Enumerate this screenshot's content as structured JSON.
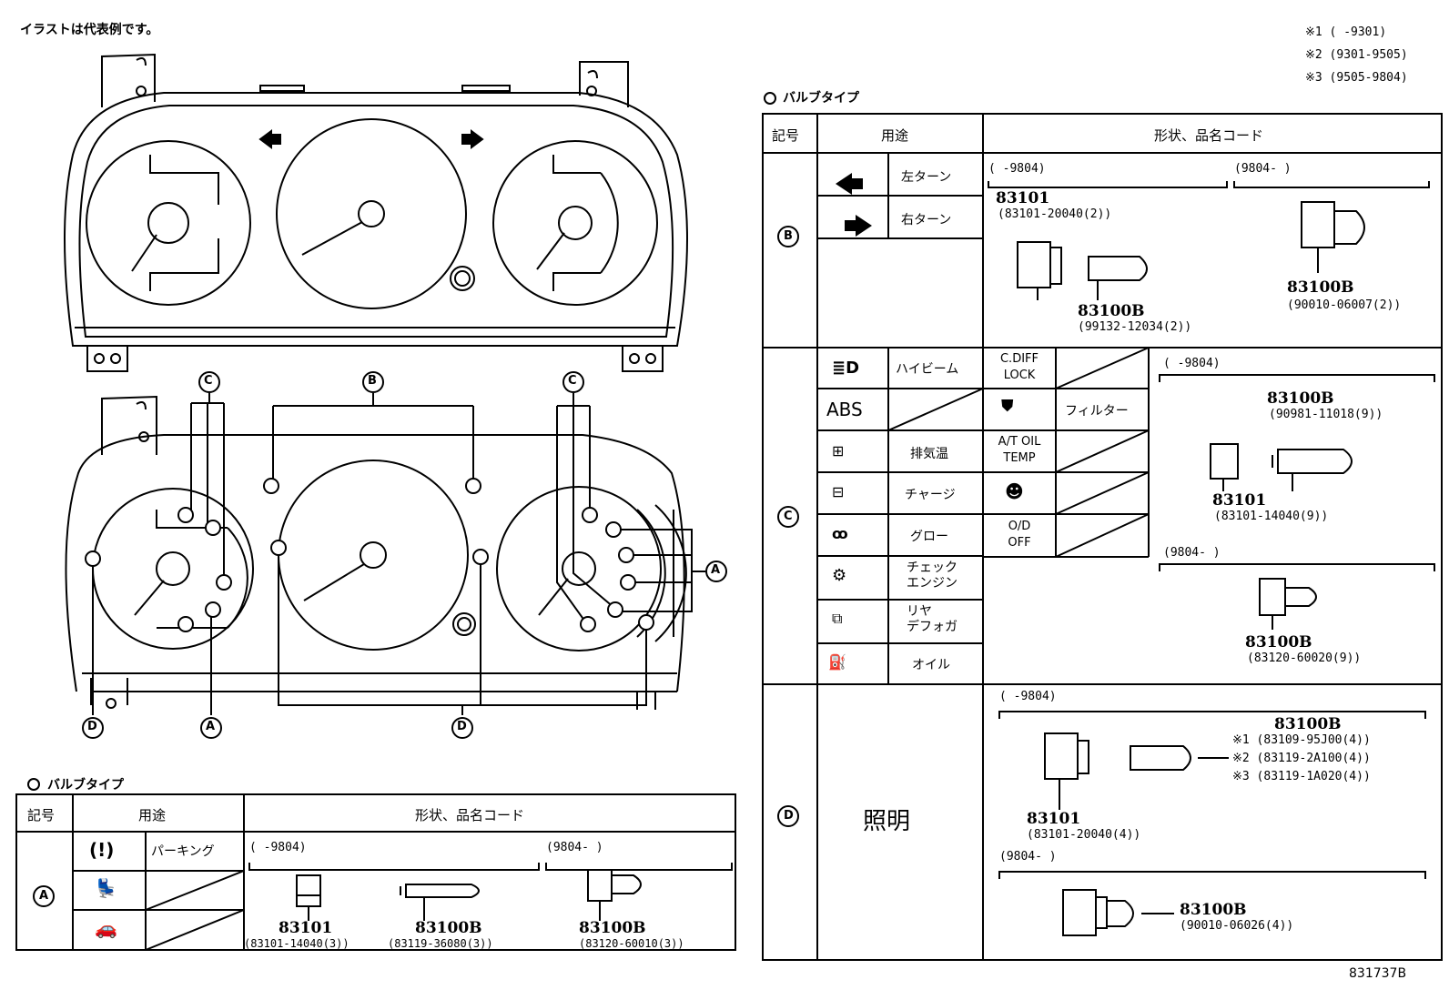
{
  "note_top": "イラストは代表例です。",
  "date_notes": [
    "※1 (     -9301)",
    "※2 (9301-9505)",
    "※3 (9505-9804)"
  ],
  "section_title": "バルブタイプ",
  "headers": {
    "symbol": "記号",
    "usage": "用途",
    "shape": "形状、品名コード"
  },
  "callouts": {
    "A": "A",
    "B": "B",
    "C": "C",
    "D": "D"
  },
  "table_a": {
    "symbol": "A",
    "usage_parking": "パーキング",
    "period_old": "(     -9804)",
    "period_new": "(9804-      )",
    "parts": [
      {
        "name": "83101",
        "code": "(83101-14040(3))"
      },
      {
        "name": "83100B",
        "code": "(83119-36080(3))"
      },
      {
        "name": "83100B",
        "code": "(83120-60010(3))"
      }
    ]
  },
  "table_b": {
    "symbol": "B",
    "left_turn": "左ターン",
    "right_turn": "右ターン",
    "period_old": "(     -9804)",
    "period_new": "(9804-      )",
    "parts": [
      {
        "name": "83101",
        "code": "(83101-20040(2))"
      },
      {
        "name": "83100B",
        "code": "(99132-12034(2))"
      },
      {
        "name": "83100B",
        "code": "(90010-06007(2))"
      }
    ]
  },
  "table_c": {
    "symbol": "C",
    "rows_left": [
      "ハイビーム",
      "",
      "排気温",
      "チャージ",
      "グロー",
      "チェック\nエンジン",
      "リヤ\nデフォガ",
      "オイル"
    ],
    "abs_label": "ABS",
    "mid_labels": [
      "C.DIFF\nLOCK",
      "",
      "A/T OIL\nTEMP",
      "",
      "O/D\nOFF"
    ],
    "filter_label": "フィルター",
    "period_old": "(     -9804)",
    "period_new": "(9804-      )",
    "parts": [
      {
        "name": "83100B",
        "code": "(90981-11018(9))"
      },
      {
        "name": "83101",
        "code": "(83101-14040(9))"
      },
      {
        "name": "83100B",
        "code": "(83120-60020(9))"
      }
    ]
  },
  "table_d": {
    "symbol": "D",
    "usage": "照明",
    "period_old": "(     -9804)",
    "period_new": "(9804-      )",
    "part_top": "83100B",
    "variants": [
      "※1 (83109-95J00(4))",
      "※2 (83119-2A100(4))",
      "※3 (83119-1A020(4))"
    ],
    "parts": [
      {
        "name": "83101",
        "code": "(83101-20040(4))"
      },
      {
        "name": "83100B",
        "code": "(90010-06026(4))"
      }
    ]
  },
  "figure_id": "831737B"
}
